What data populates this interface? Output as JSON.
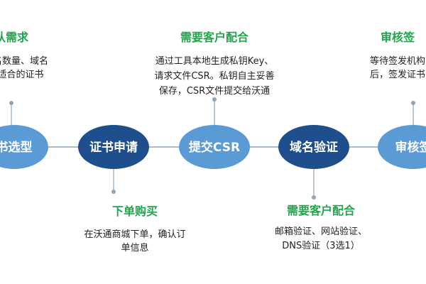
{
  "colors": {
    "accent_green": "#1fa64a",
    "node_light": "#5b9bd5",
    "node_dark": "#1f4e8c",
    "line": "#8fa4b8",
    "text": "#222222"
  },
  "nodes": [
    {
      "label": "书选型",
      "style": "light"
    },
    {
      "label": "证书申请",
      "style": "dark"
    },
    {
      "label": "提交CSR",
      "style": "light"
    },
    {
      "label": "域名验证",
      "style": "dark"
    },
    {
      "label": "审核签",
      "style": "light"
    }
  ],
  "annotations": [
    {
      "title": "认需求",
      "lines": [
        "的域名数量、域名",
        "选择适合的证书"
      ]
    },
    {
      "title": "下单购买",
      "lines": [
        "在沃通商城下单，确认订",
        "单信息"
      ]
    },
    {
      "title": "需要客户配合",
      "lines": [
        "通过工具本地生成私钥Key、",
        "请求文件CSR。私钥自主妥善",
        "保存，CSR文件提交给沃通"
      ]
    },
    {
      "title": "需要客户配合",
      "lines": [
        "邮箱验证、网站验证、",
        "DNS验证（3选1）"
      ]
    },
    {
      "title": "审核签",
      "lines": [
        "等待签发机构",
        "后，签发证书"
      ]
    }
  ]
}
